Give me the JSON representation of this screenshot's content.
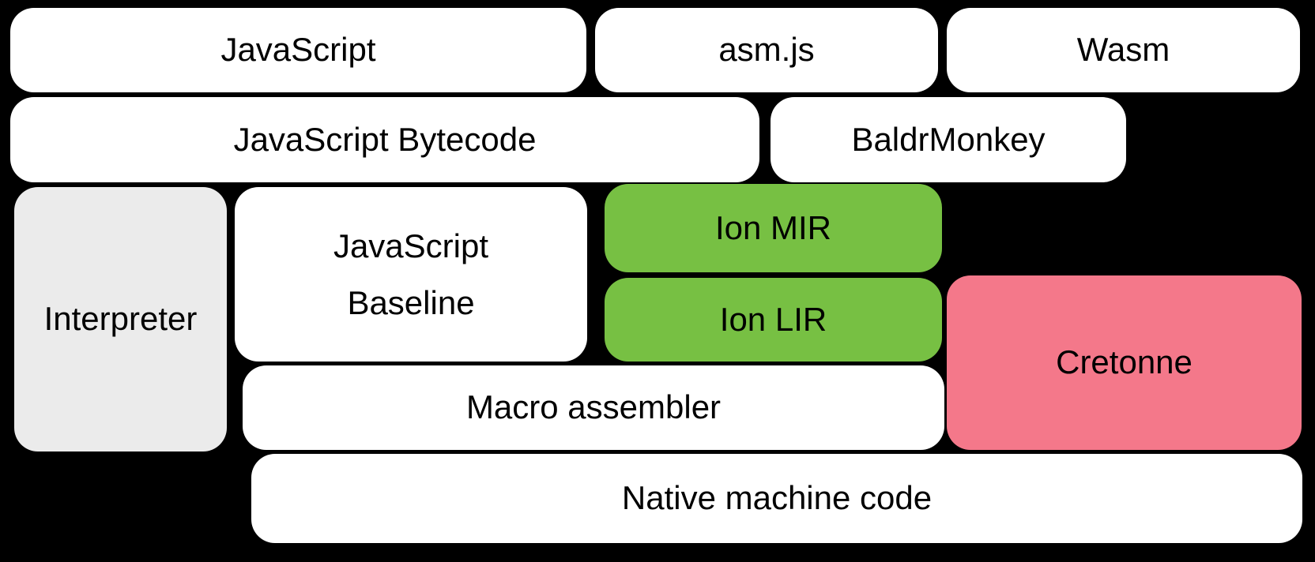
{
  "diagram": {
    "background": "#000000",
    "text_color": "#000000",
    "colors": {
      "box": "#ffffff",
      "interpreter_gray": "#ebebeb",
      "ion_green": "#77c043",
      "cretonne_pink": "#f4788a"
    },
    "nodes": {
      "javascript": {
        "label": "JavaScript",
        "variant": "box"
      },
      "asmjs": {
        "label": "asm.js",
        "variant": "box"
      },
      "wasm": {
        "label": "Wasm",
        "variant": "box"
      },
      "bytecode": {
        "label": "JavaScript Bytecode",
        "variant": "box"
      },
      "baldrmonkey": {
        "label": "BaldrMonkey",
        "variant": "box"
      },
      "interpreter": {
        "label": "Interpreter",
        "variant": "interpreter_gray"
      },
      "baseline": {
        "label": "JavaScript Baseline",
        "lines": [
          "JavaScript",
          "Baseline"
        ],
        "variant": "box"
      },
      "ionmir": {
        "label": "Ion MIR",
        "variant": "ion_green"
      },
      "ionlir": {
        "label": "Ion LIR",
        "variant": "ion_green"
      },
      "cretonne": {
        "label": "Cretonne",
        "variant": "cretonne_pink"
      },
      "macro": {
        "label": "Macro assembler",
        "variant": "box"
      },
      "native": {
        "label": "Native machine code",
        "variant": "box"
      }
    }
  }
}
